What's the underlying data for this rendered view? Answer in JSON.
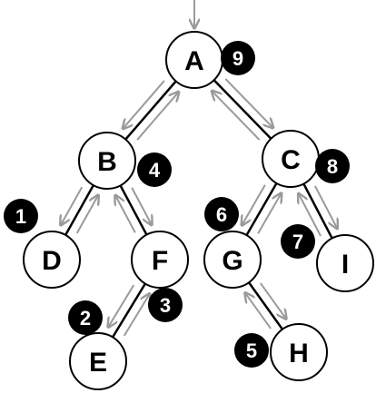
{
  "tree": {
    "nodes": [
      {
        "id": "A",
        "label": "A"
      },
      {
        "id": "B",
        "label": "B"
      },
      {
        "id": "C",
        "label": "C"
      },
      {
        "id": "D",
        "label": "D"
      },
      {
        "id": "F",
        "label": "F"
      },
      {
        "id": "G",
        "label": "G"
      },
      {
        "id": "I",
        "label": "I"
      },
      {
        "id": "E",
        "label": "E"
      },
      {
        "id": "H",
        "label": "H"
      }
    ],
    "edges": [
      [
        "A",
        "B"
      ],
      [
        "A",
        "C"
      ],
      [
        "B",
        "D"
      ],
      [
        "B",
        "F"
      ],
      [
        "F",
        "E"
      ],
      [
        "C",
        "G"
      ],
      [
        "C",
        "I"
      ],
      [
        "G",
        "H"
      ]
    ],
    "badges": [
      {
        "node": "D",
        "label": "1"
      },
      {
        "node": "E",
        "label": "2"
      },
      {
        "node": "F",
        "label": "3"
      },
      {
        "node": "B",
        "label": "4"
      },
      {
        "node": "H",
        "label": "5"
      },
      {
        "node": "G",
        "label": "6"
      },
      {
        "node": "I",
        "label": "7"
      },
      {
        "node": "C",
        "label": "8"
      },
      {
        "node": "A",
        "label": "9"
      }
    ]
  },
  "colors": {
    "node_fill": "#ffffff",
    "node_stroke": "#000000",
    "badge_fill": "#000000",
    "badge_text": "#ffffff",
    "traversal_arrow": "#9a9a9a"
  }
}
